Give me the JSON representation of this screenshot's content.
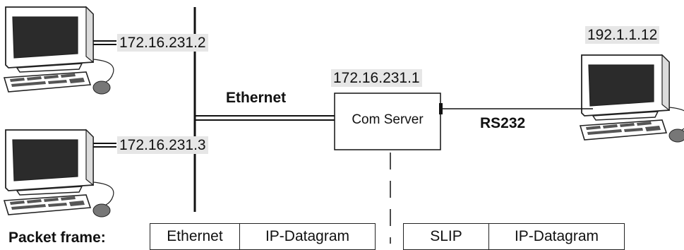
{
  "hosts": [
    {
      "ip": "172.16.231.2"
    },
    {
      "ip": "172.16.231.3"
    },
    {
      "ip": "192.1.1.12"
    }
  ],
  "server": {
    "ip": "172.16.231.1",
    "label": "Com Server"
  },
  "links": {
    "ethernet": "Ethernet",
    "serial": "RS232"
  },
  "packet": {
    "title": "Packet frame:",
    "ethernet_frame": [
      "Ethernet",
      "IP-Datagram"
    ],
    "slip_frame": [
      "SLIP",
      "IP-Datagram"
    ]
  }
}
